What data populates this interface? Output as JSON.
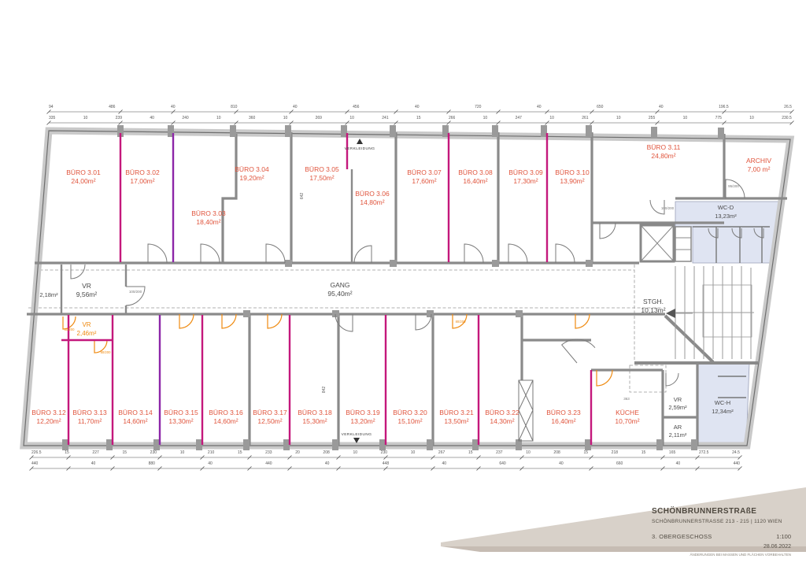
{
  "colors": {
    "new_wall_magenta": "#c4187c",
    "new_wall_purple": "#8d26a8",
    "room_label_red": "#e0543c",
    "new_element_orange": "#ef8a10",
    "sanitary_fill": "#dfe4f2",
    "wall_gray": "#8a8a8a",
    "titleblock_beige": "#d8d1c9"
  },
  "titleblock": {
    "project": "SCHÖNBRUNNERSTRAßE",
    "address": "SCHÖNBRUNNERSTRASSE 213 - 215 | 1120 WIEN",
    "floor": "3. OBERGESCHOSS",
    "scale": "1:100",
    "date": "28.06.2022",
    "disclaimer": "ÄNDERUNGEN BEI MASSEN UND FLÄCHEN VORBEHALTEN"
  },
  "drawing": {
    "verkleidung_top": "VERKLEIDUNG",
    "verkleidung_bottom": "VERKLEIDUNG",
    "side_dims": {
      "upper": "642",
      "lower": "842"
    },
    "door_labels": {
      "d100a": "100/200",
      "d100b": "100/200",
      "d95": "95/200",
      "d363": "363",
      "o80a": "80/200",
      "o80b": "80/200",
      "o80c": "80/200"
    },
    "rooms": {
      "b301": {
        "name": "BÜRO 3.01",
        "area": "24,00m²"
      },
      "b302": {
        "name": "BÜRO 3.02",
        "area": "17,00m²"
      },
      "b303": {
        "name": "BÜRO 3.03",
        "area": "18,40m²"
      },
      "b304": {
        "name": "BÜRO 3.04",
        "area": "19,20m²"
      },
      "b305": {
        "name": "BÜRO 3.05",
        "area": "17,50m²"
      },
      "b306": {
        "name": "BÜRO 3.06",
        "area": "14,80m²"
      },
      "b307": {
        "name": "BÜRO 3.07",
        "area": "17,60m²"
      },
      "b308": {
        "name": "BÜRO 3.08",
        "area": "16,40m²"
      },
      "b309": {
        "name": "BÜRO 3.09",
        "area": "17,30m²"
      },
      "b310": {
        "name": "BÜRO 3.10",
        "area": "13,90m²"
      },
      "b311": {
        "name": "BÜRO 3.11",
        "area": "24,80m²"
      },
      "archiv": {
        "name": "ARCHIV",
        "area": "7,00 m²"
      },
      "wcd": {
        "name": "WC-D",
        "area": "13,23m²"
      },
      "cell": {
        "area": "2,18m²"
      },
      "vr_main": {
        "name": "VR",
        "area": "9,56m²"
      },
      "vr_new": {
        "name": "VR",
        "area": "2,46m²"
      },
      "gang": {
        "name": "GANG",
        "area": "95,40m²"
      },
      "stgh": {
        "name": "STGH.",
        "area": "10,13m²"
      },
      "b312": {
        "name": "BÜRO 3.12",
        "area": "12,20m²"
      },
      "b313": {
        "name": "BÜRO 3.13",
        "area": "11,70m²"
      },
      "b314": {
        "name": "BÜRO 3.14",
        "area": "14,60m²"
      },
      "b315": {
        "name": "BÜRO 3.15",
        "area": "13,30m²"
      },
      "b316": {
        "name": "BÜRO 3.16",
        "area": "14,60m²"
      },
      "b317": {
        "name": "BÜRO 3.17",
        "area": "12,50m²"
      },
      "b318": {
        "name": "BÜRO 3.18",
        "area": "15,30m²"
      },
      "b319": {
        "name": "BÜRO 3.19",
        "area": "13,20m²"
      },
      "b320": {
        "name": "BÜRO 3.20",
        "area": "15,10m²"
      },
      "b321": {
        "name": "BÜRO 3.21",
        "area": "13,50m²"
      },
      "b322": {
        "name": "BÜRO 3.22",
        "area": "14,30m²"
      },
      "b323": {
        "name": "BÜRO 3.23",
        "area": "16,40m²"
      },
      "kueche": {
        "name": "KÜCHE",
        "area": "10,70m²"
      },
      "vr_k": {
        "name": "VR",
        "area": "2,59m²"
      },
      "ar": {
        "name": "AR",
        "area": "2,11m²"
      },
      "wch": {
        "name": "WC-H",
        "area": "12,34m²"
      }
    },
    "dimensions": {
      "top_row1": [
        "94",
        "486",
        "40",
        "810",
        "40",
        "456",
        "40",
        "720",
        "40",
        "650",
        "40",
        "196.5",
        "26.5"
      ],
      "top_row2": [
        "335",
        "10",
        "239",
        "40",
        "240",
        "10",
        "360",
        "10",
        "269",
        "10",
        "241",
        "15",
        "266",
        "10",
        "247",
        "10",
        "261",
        "10",
        "255",
        "10",
        "775",
        "10",
        "230.5"
      ],
      "bottom_row1": [
        "226.5",
        "15",
        "227",
        "15",
        "230",
        "10",
        "210",
        "15",
        "233",
        "20",
        "208",
        "10",
        "230",
        "10",
        "267",
        "15",
        "237",
        "10",
        "208",
        "15",
        "218",
        "15",
        "165",
        "272.5",
        "24.5"
      ],
      "bottom_row2": [
        "440",
        "40",
        "880",
        "40",
        "440",
        "40",
        "448",
        "40",
        "640",
        "40",
        "660",
        "40",
        "440"
      ]
    }
  }
}
